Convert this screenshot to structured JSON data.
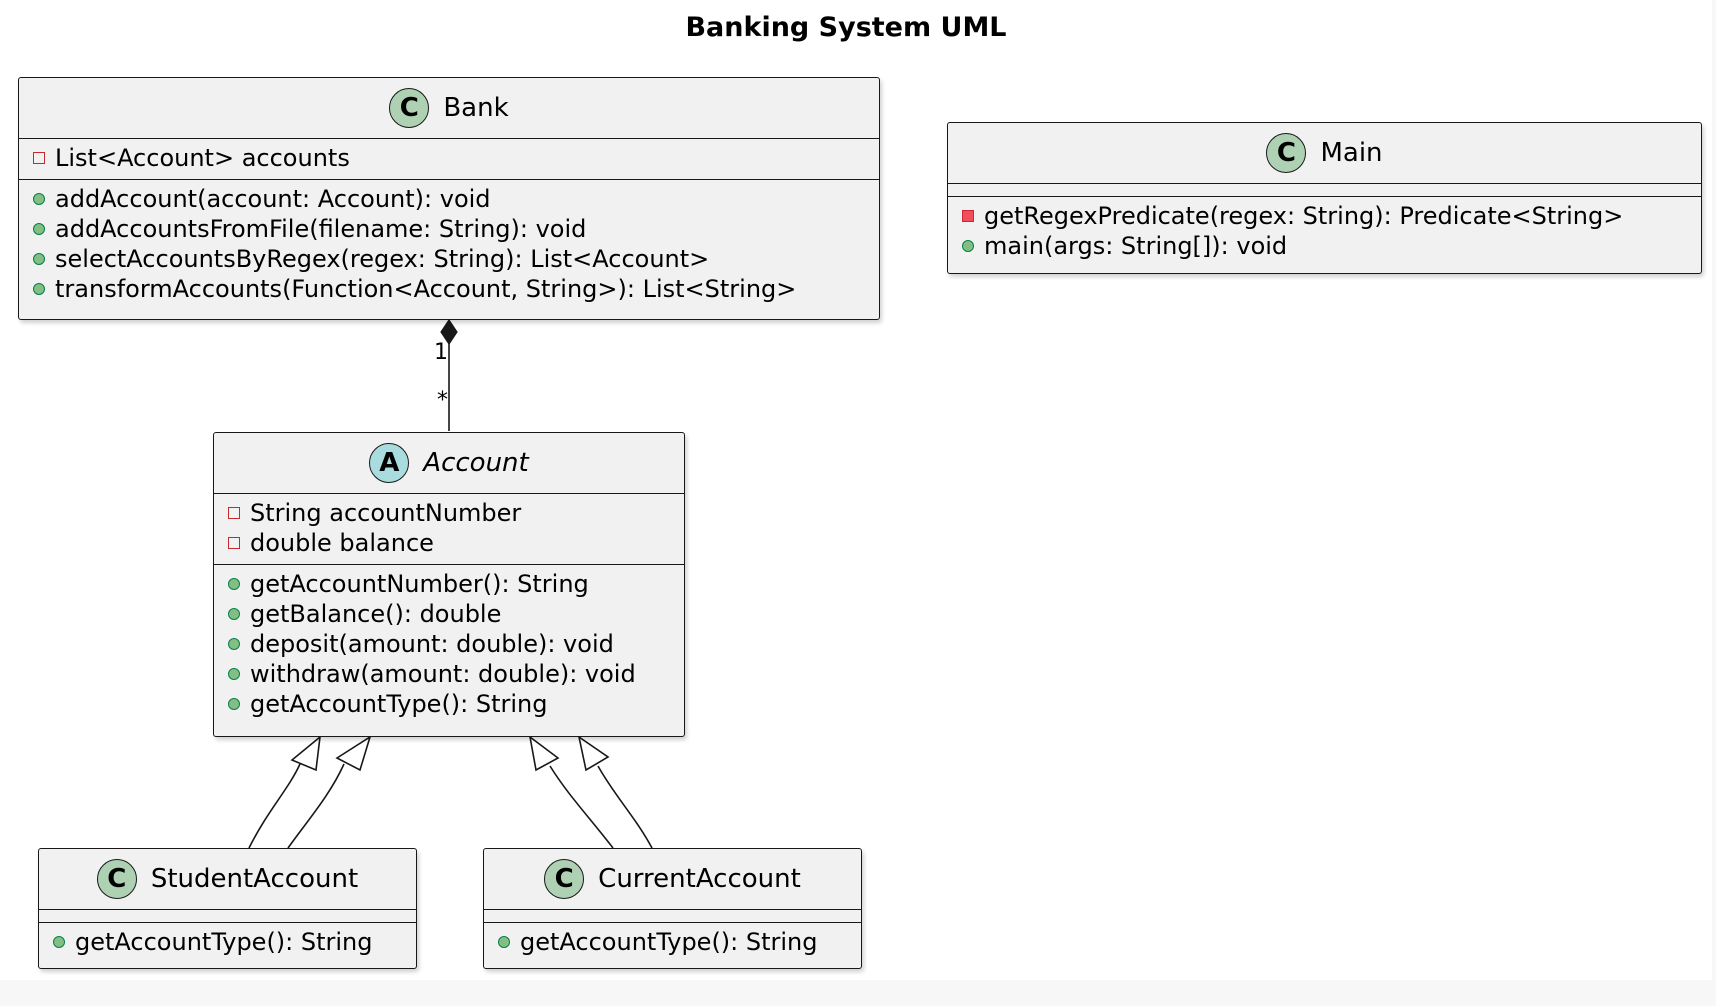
{
  "diagram": {
    "title": "Banking System UML",
    "classes": {
      "bank": {
        "name": "Bank",
        "stereotype": "C",
        "fields": [
          {
            "visibility": "private",
            "text": "List<Account> accounts"
          }
        ],
        "methods": [
          {
            "visibility": "public",
            "text": "addAccount(account: Account): void"
          },
          {
            "visibility": "public",
            "text": "addAccountsFromFile(filename: String): void"
          },
          {
            "visibility": "public",
            "text": "selectAccountsByRegex(regex: String): List<Account>"
          },
          {
            "visibility": "public",
            "text": "transformAccounts(Function<Account, String>): List<String>"
          }
        ]
      },
      "main": {
        "name": "Main",
        "stereotype": "C",
        "fields": [],
        "methods": [
          {
            "visibility": "private-method",
            "text": "getRegexPredicate(regex: String): Predicate<String>"
          },
          {
            "visibility": "public",
            "text": "main(args: String[]): void"
          }
        ]
      },
      "account": {
        "name": "Account",
        "stereotype": "A",
        "fields": [
          {
            "visibility": "private",
            "text": "String accountNumber"
          },
          {
            "visibility": "private",
            "text": "double balance"
          }
        ],
        "methods": [
          {
            "visibility": "public",
            "text": "getAccountNumber(): String"
          },
          {
            "visibility": "public",
            "text": "getBalance(): double"
          },
          {
            "visibility": "public",
            "text": "deposit(amount: double): void"
          },
          {
            "visibility": "public",
            "text": "withdraw(amount: double): void"
          },
          {
            "visibility": "public",
            "text": "getAccountType(): String"
          }
        ]
      },
      "student": {
        "name": "StudentAccount",
        "stereotype": "C",
        "fields": [],
        "methods": [
          {
            "visibility": "public",
            "text": "getAccountType(): String"
          }
        ]
      },
      "current": {
        "name": "CurrentAccount",
        "stereotype": "C",
        "fields": [],
        "methods": [
          {
            "visibility": "public",
            "text": "getAccountType(): String"
          }
        ]
      }
    },
    "composition": {
      "from": "Bank",
      "to": "Account",
      "multiplicity_whole": "1",
      "multiplicity_part": "*"
    }
  },
  "colors": {
    "class_fill": "#f1f1f1",
    "border": "#181818",
    "class_circle": "#add1b2",
    "abstract_circle": "#a9dcdf",
    "public_marker": "#84be84",
    "private_marker": "#c82930"
  }
}
